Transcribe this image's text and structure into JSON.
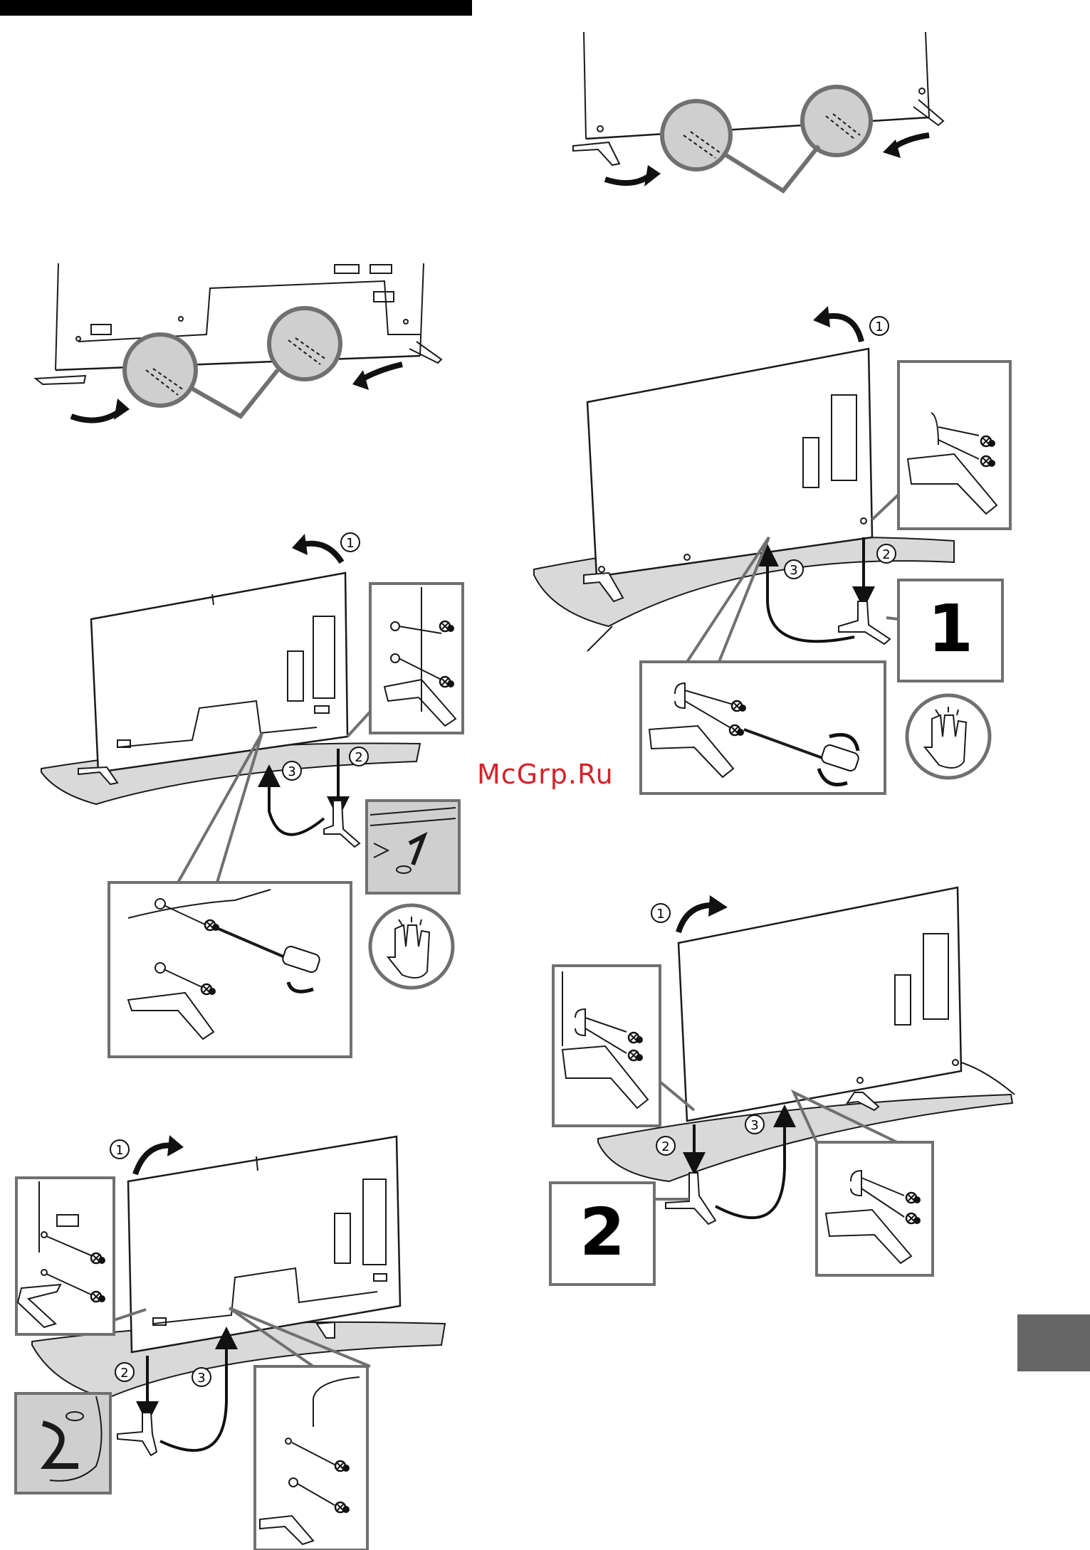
{
  "watermark": "McGrp.Ru",
  "steps": {
    "one": "1",
    "two": "2",
    "three": "3"
  },
  "panels": {
    "right_step": "1",
    "right_bottom_step": "2"
  },
  "colors": {
    "line": "#1a1a1a",
    "callout_grey": "#707070",
    "stand_fill": "#d9d9d9",
    "tab_grey": "#666666",
    "watermark": "#d4222a"
  },
  "icons": [
    "rotate-arrow-icon",
    "screwdriver-icon",
    "hand-caution-icon",
    "screw-icon"
  ]
}
